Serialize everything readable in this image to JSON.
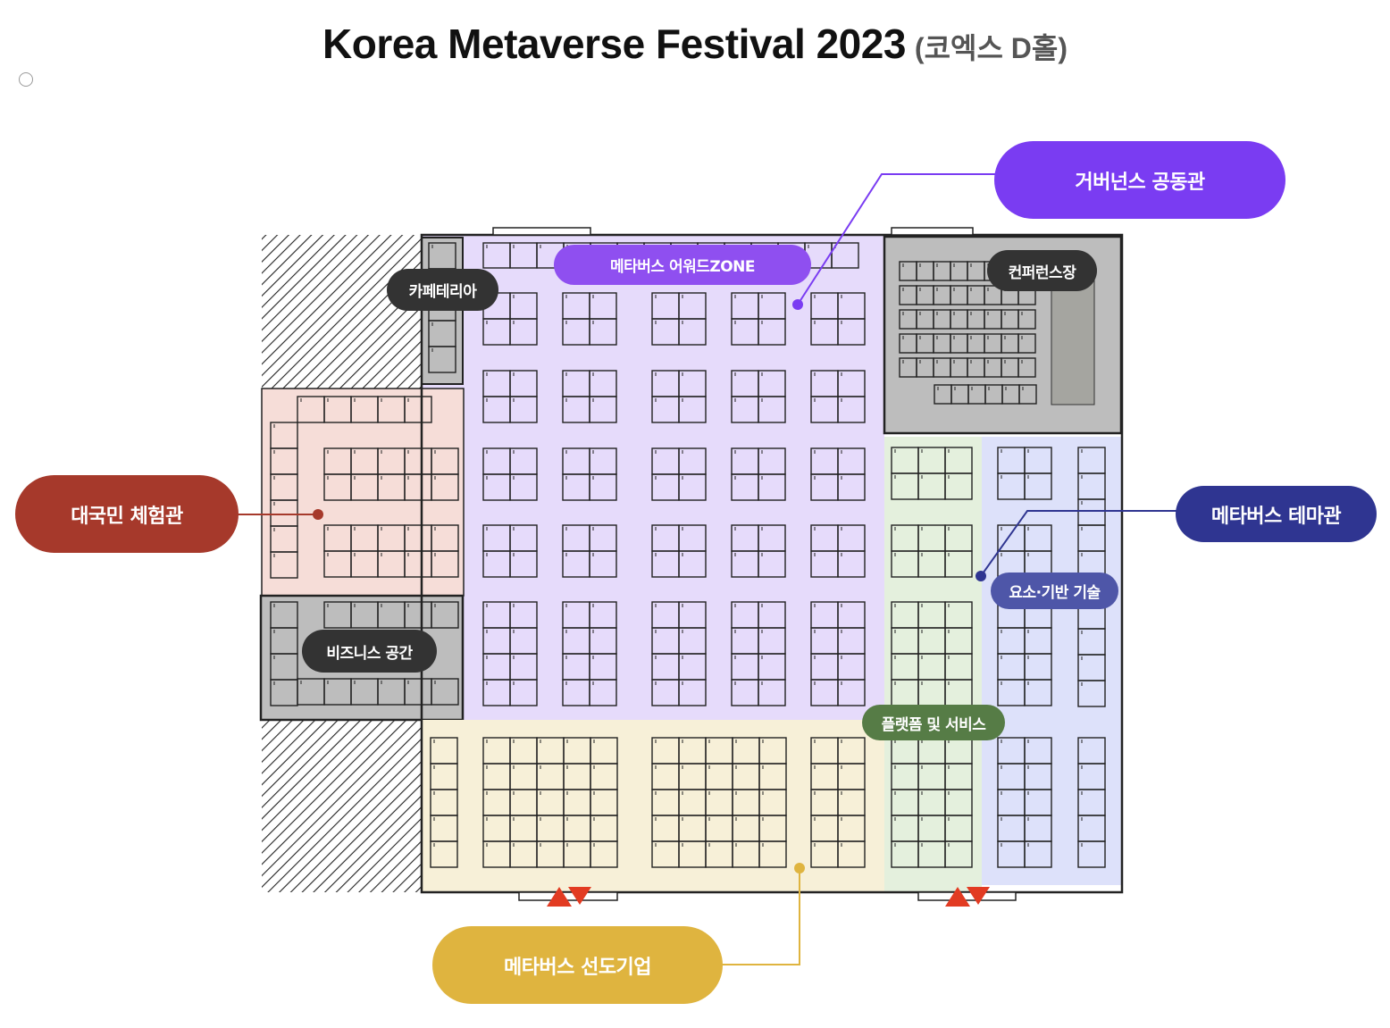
{
  "title": {
    "main": "Korea Metaverse Festival 2023",
    "sub": "(코엑스 D홀)"
  },
  "callouts": {
    "governance": {
      "label": "거버넌스 공동관",
      "color": "#7a3cf2"
    },
    "citizen": {
      "label": "대국민 체험관",
      "color": "#a6392b"
    },
    "theme": {
      "label": "메타버스 테마관",
      "color": "#2f3591"
    },
    "leading": {
      "label": "메타버스 선도기업",
      "color": "#dfb43f"
    }
  },
  "zone_labels": {
    "award_zone": "메타버스 어워드ZONE",
    "cafeteria": "카페테리아",
    "conference": "컨퍼런스장",
    "business": "비즈니스 공간",
    "element_tech": "요소·기반 기술",
    "platform": "플랫폼 및 서비스"
  },
  "zone_colors": {
    "purple_zone": "#e6dbfb",
    "pink_zone": "#f6ddd8",
    "yellow_zone": "#f7f0d8",
    "green_zone": "#e4f0dd",
    "blue_zone": "#dde1fa",
    "gray_zone": "#bdbdbd",
    "pill_dark": "#333333",
    "pill_purple": "#8f4ff0",
    "pill_blue": "#4e56a8",
    "pill_green": "#567c46",
    "entrance_red": "#e23b22"
  },
  "icons": [
    "entrance-arrow-icon",
    "radio-circle-icon"
  ]
}
